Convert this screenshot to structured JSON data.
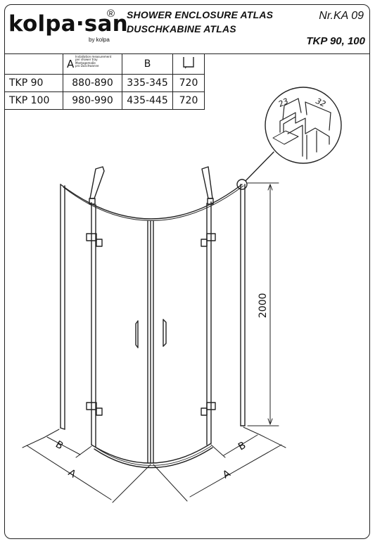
{
  "header": {
    "brand": "kolpa·san",
    "brand_registered": "®",
    "brand_sub": "by kolpa",
    "title_line1": "SHOWER ENCLOSURE ATLAS",
    "title_line2": "DUSCHKABINE ATLAS",
    "doc_number": "Nr.KA 09",
    "models": "TKP 90, 100"
  },
  "dimension_table": {
    "header_a": "A",
    "header_a_note": [
      "Installation measurement",
      "per shower tray",
      "Montagemaße",
      "pro Duschwanne"
    ],
    "header_b": "B",
    "rows": [
      {
        "model": "TKP 90",
        "a": "880-890",
        "b": "335-345",
        "tray": "720"
      },
      {
        "model": "TKP 100",
        "a": "980-990",
        "b": "435-445",
        "tray": "720"
      }
    ]
  },
  "drawing": {
    "height_label": "2000",
    "label_a": "A",
    "label_b": "B",
    "detail_label_1": "23",
    "detail_label_2": "32",
    "line_color": "#222222"
  }
}
